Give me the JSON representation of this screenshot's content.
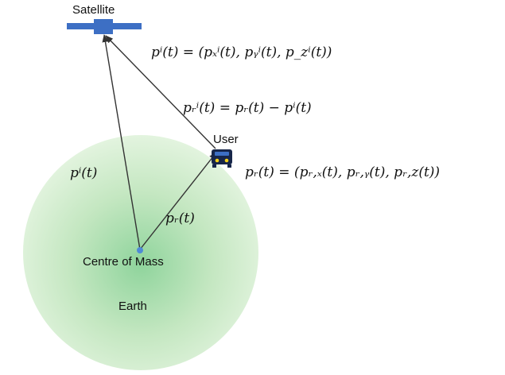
{
  "labels": {
    "satellite": "Satellite",
    "user": "User",
    "centre_of_mass": "Centre of Mass",
    "earth": "Earth"
  },
  "equations": {
    "satellite_position": "pⁱ(t) = (pₓⁱ(t), pᵧⁱ(t), p_zⁱ(t))",
    "relative_vector": "pᵣⁱ(t) = pᵣ(t) − pⁱ(t)",
    "user_position": "pᵣ(t) = (pᵣ,ₓ(t), pᵣ,ᵧ(t), pᵣ,z(t))",
    "center_to_satellite": "pⁱ(t)",
    "center_to_user": "pᵣ(t)"
  },
  "colors": {
    "earth_fill": "#cdebc8",
    "earth_center": "#8fd49c",
    "earth_edge": "#e3f4df",
    "satellite_blue": "#3d6fc4",
    "vehicle_body": "#17264a",
    "vehicle_lights": "#f5d21a",
    "center_dot": "#4f8ad6",
    "arrow": "#333333"
  },
  "icons": {
    "satellite": "satellite-icon",
    "user": "car-icon",
    "center": "center-dot-icon"
  }
}
